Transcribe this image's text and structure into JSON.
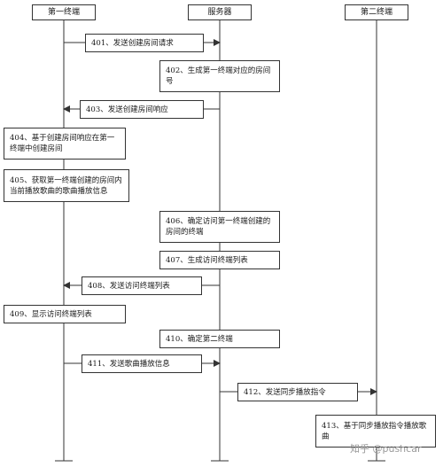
{
  "participants": {
    "terminal1": "第一终端",
    "server": "服务器",
    "terminal2": "第二终端"
  },
  "steps": {
    "s401": "401、发送创建房间请求",
    "s402": "402、生成第一终端对应的房间号",
    "s403": "403、发送创建房间响应",
    "s404": "404、基于创建房间响应在第一终端中创建房间",
    "s405": "405、获取第一终端创建的房间内当前播放歌曲的歌曲播放信息",
    "s406": "406、确定访问第一终端创建的房间的终端",
    "s407": "407、生成访问终端列表",
    "s408": "408、发送访问终端列表",
    "s409": "409、显示访问终端列表",
    "s410": "410、确定第二终端",
    "s411": "411、发送歌曲播放信息",
    "s412": "412、发送同步播放指令",
    "s413": "413、基于同步播放指令播放歌曲"
  },
  "watermark": "知乎 @pushcar",
  "colors": {
    "line": "#333333",
    "background": "#ffffff"
  }
}
